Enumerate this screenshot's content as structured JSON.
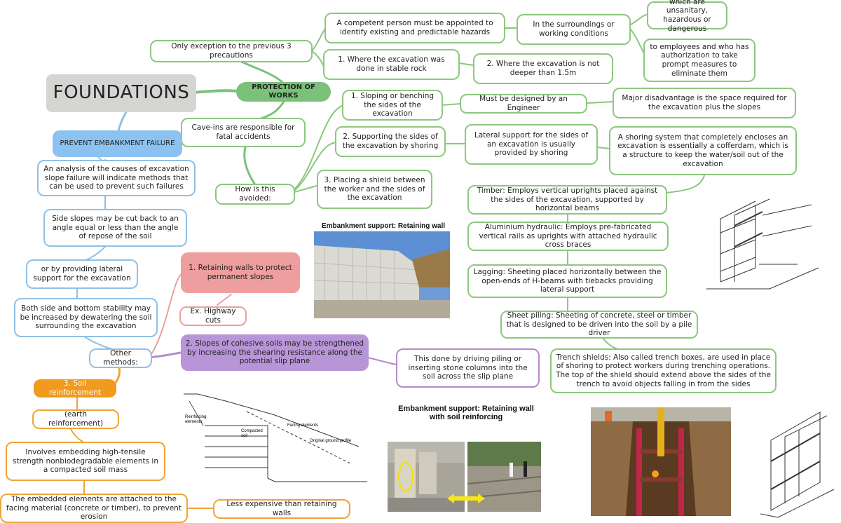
{
  "title": "FOUNDATIONS",
  "nodes": {
    "protection": "PROTECTION OF WORKS",
    "only_exception": "Only exception to the previous 3 precautions",
    "competent": "A competent person must be appointed to identify existing and predictable hazards",
    "surroundings": "In the surroundings or working conditions",
    "unsanitary": "which are unsanitary, hazardous or dangerous",
    "employees": "to employees and who has authorization to take prompt measures to eliminate them",
    "stable_rock": "1. Where the excavation was done in stable rock",
    "not_deeper": "2. Where the excavation is not deeper than 1.5m",
    "cave_ins": "Cave-ins are responsible for fatal accidents",
    "how_avoided": "How is this avoided:",
    "sloping": "1. Sloping or benching the sides of the excavation",
    "engineer": "Must be designed by an Engineer",
    "disadvantage": "Major disadvantage is the space required for the excavation plus the slopes",
    "shoring": "2. Supporting the sides of the excavation by shoring",
    "lateral": "Lateral support for the sides of an excavation is usually provided by shoring",
    "cofferdam": "A shoring system that completely encloses an excavation is essentially a cofferdam, which is a structure to keep the water/soil out of the excavation",
    "shield": "3. Placing a shield between the worker and the sides of the excavation",
    "timber": "Timber: Employs vertical uprights placed against the sides of the excavation, supported by horizontal beams",
    "aluminium": "Aluminium hydraulic: Employs pre-fabricated vertical rails as uprights with attached hydraulic cross braces",
    "lagging": "Lagging: Sheeting placed horizontally between the open-ends of H-beams with tiebacks providing lateral support",
    "sheet_piling": "Sheet piling: Sheeting of concrete, steel or timber that is designed to be driven into the soil by a pile driver",
    "trench": "Trench shields: Also called trench boxes, are used in place of shoring to protect workers during trenching operations. The top of the shield should extend above the sides of the trench to avoid objects falling in from the sides",
    "prevent": "PREVENT EMBANKMENT FAILURE",
    "analysis": "An analysis of the causes of excavation slope failure will indicate methods that can be used to prevent such failures",
    "side_slopes": "Side slopes may be cut back to an angle equal or less than the angle of repose of the soil",
    "lateral_support": "or by providing lateral support for the excavation",
    "dewatering": "Both side and bottom stability may be increased by dewatering the soil surrounding the excavation",
    "other_methods": "Other methods:",
    "retaining": "1. Retaining walls to protect permanent slopes",
    "highway": "Ex. Highway cuts",
    "cohesive": "2. Slopes of cohesive soils may be strengthened by increasing the shearing resistance along the potential slip plane",
    "driving": "This done by driving piling or inserting stone columns into the soil across the slip plane",
    "soil_reinf": "3. Soil reinforcement",
    "earth_reinf": "(earth reinforcement)",
    "embedding": "Involves embedding high-tensile strength nonbiodegradable elements in a compacted soil mass",
    "attached": "The embedded elements are attached to the facing material (concrete or timber), to prevent erosion",
    "less_expensive": "Less expensive than retaining walls"
  },
  "figures": {
    "retaining_wall_caption": "Embankment support: Retaining wall",
    "soil_reinforcing_caption": "Embankment support: Retaining wall with soil reinforcing",
    "sketch_labels": [
      "Reinforcing elements",
      "Compacted soil",
      "Facing elements",
      "Original ground profile"
    ]
  },
  "colors": {
    "green": "#7ac27a",
    "blue": "#8cc2ef",
    "pink": "#ee9e9e",
    "purple": "#b895d6",
    "orange": "#f09a1e",
    "gray": "#d5d6d4"
  }
}
